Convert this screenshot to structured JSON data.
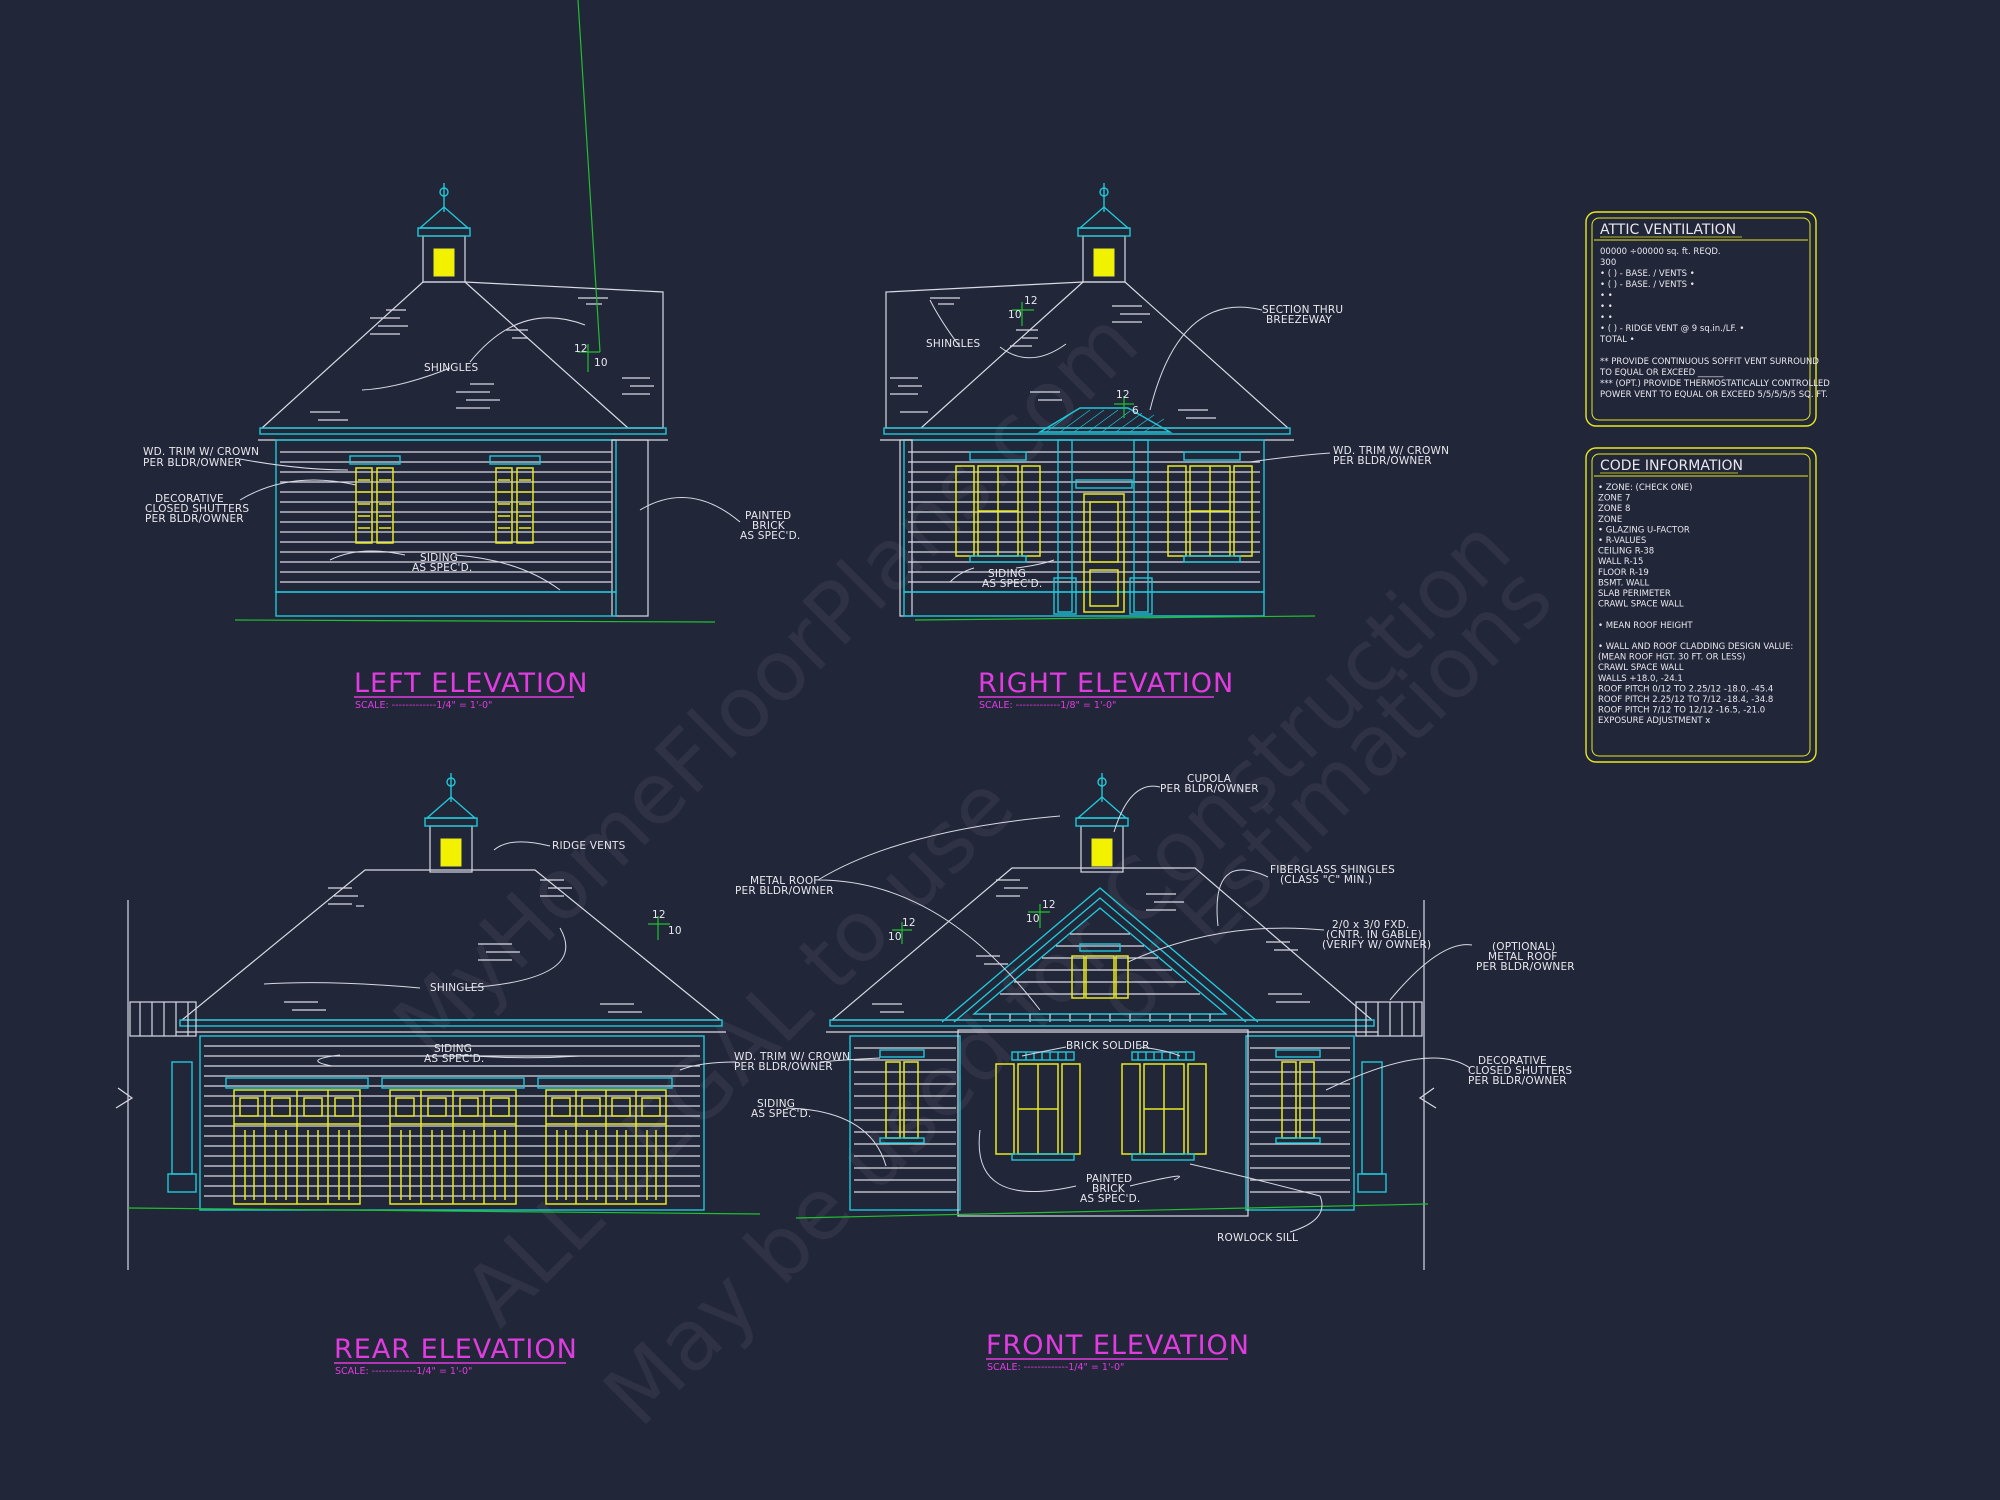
{
  "elevations": {
    "left": {
      "title": "LEFT ELEVATION",
      "scale": "SCALE: -------------1/4\" = 1'-0\""
    },
    "right": {
      "title": "RIGHT ELEVATION",
      "scale": "SCALE: -------------1/8\" = 1'-0\""
    },
    "rear": {
      "title": "REAR ELEVATION",
      "scale": "SCALE: -------------1/4\" = 1'-0\""
    },
    "front": {
      "title": "FRONT ELEVATION",
      "scale": "SCALE: -------------1/4\" = 1'-0\""
    }
  },
  "notes": {
    "wd_trim_left": [
      "WD. TRIM W/ CROWN",
      "PER BLDR/OWNER"
    ],
    "shutters_left": [
      "DECORATIVE",
      "CLOSED SHUTTERS",
      "PER BLDR/OWNER"
    ],
    "shingles_left": "SHINGLES",
    "siding_left": [
      "SIDING",
      "AS SPEC'D."
    ],
    "painted_brick_mid": [
      "PAINTED",
      "BRICK",
      "AS SPEC'D."
    ],
    "shingles_right": "SHINGLES",
    "section_thru": [
      "SECTION THRU",
      "BREEZEWAY"
    ],
    "wd_trim_right": [
      "WD. TRIM W/ CROWN",
      "PER BLDR/OWNER"
    ],
    "siding_right": [
      "SIDING",
      "AS SPEC'D."
    ],
    "ridge_vents": "RIDGE VENTS",
    "shingles_rear": "SHINGLES",
    "siding_rear": [
      "SIDING",
      "AS SPEC'D."
    ],
    "wd_trim_front": [
      "WD. TRIM W/ CROWN",
      "PER BLDR/OWNER"
    ],
    "siding_front": [
      "SIDING",
      "AS SPEC'D."
    ],
    "cupola": [
      "CUPOLA",
      "PER BLDR/OWNER"
    ],
    "metal_roof": [
      "METAL ROOF",
      "PER BLDR/OWNER"
    ],
    "fiberglass": [
      "FIBERGLASS SHINGLES",
      "(CLASS \"C\" MIN.)"
    ],
    "fxd": [
      "2/0 x 3/0 FXD.",
      "(CNTR. IN GABLE)",
      "(VERIFY W/ OWNER)"
    ],
    "optional_metal": [
      "(OPTIONAL)",
      "METAL ROOF",
      "PER BLDR/OWNER"
    ],
    "brick_soldier": "BRICK SOLDIER",
    "shutters_front": [
      "DECORATIVE",
      "CLOSED SHUTTERS",
      "PER BLDR/OWNER"
    ],
    "painted_brick_front": [
      "PAINTED",
      "BRICK",
      "AS SPEC'D."
    ],
    "rowlock": "ROWLOCK SILL"
  },
  "pitch": {
    "rise": "12",
    "run": "10",
    "run_alt": "6"
  },
  "attic": {
    "title": "ATTIC VENTILATION",
    "lines": [
      "00000 ÷00000 sq. ft. REQD.",
      "300",
      "• (   ) -          BASE.   /    VENTS   •",
      "• (   ) -          BASE.   /    VENTS   •",
      "•                                                   •",
      "•                                                   •",
      "•                                                   •",
      "• (   ) - RIDGE VENT @ 9 sq.in./LF.      •",
      "                                TOTAL          •",
      "",
      "** PROVIDE CONTINUOUS SOFFIT VENT SURROUND",
      "   TO EQUAL OR EXCEED ______",
      "*** (OPT.) PROVIDE THERMOSTATICALLY CONTROLLED",
      "   POWER VENT TO EQUAL OR EXCEED 5/5/5/5/5 SQ. FT."
    ]
  },
  "code": {
    "title": "CODE INFORMATION",
    "lines": [
      "• ZONE: (CHECK ONE)",
      "      ZONE 7",
      "      ZONE 8",
      "      ZONE",
      "• GLAZING U-FACTOR",
      "• R-VALUES",
      "      CEILING                R-38",
      "      WALL                    R-15",
      "      FLOOR                  R-19",
      "      BSMT. WALL",
      "      SLAB PERIMETER",
      "      CRAWL SPACE WALL",
      "",
      "• MEAN ROOF HEIGHT",
      "",
      "• WALL AND ROOF CLADDING DESIGN VALUE:",
      "  (MEAN ROOF HGT. 30 FT. OR LESS)",
      "      CRAWL SPACE WALL",
      "      WALLS                   +18.0, -24.1",
      "      ROOF PITCH 0/12 TO 2.25/12    -18.0, -45.4",
      "      ROOF PITCH 2.25/12 TO 7/12    -18.4, -34.8",
      "      ROOF PITCH 7/12 TO 12/12      -16.5, -21.0",
      "      EXPOSURE ADJUSTMENT           x"
    ]
  },
  "watermark": [
    "MyHomeFloorPlans.com",
    "May be used for Construction",
    "ALL LEGAL to use",
    "or Estimations"
  ],
  "colors": {
    "background": "#222639",
    "line": "#d8dae4",
    "cyan": "#20c8d8",
    "yellow": "#e8e820",
    "magenta": "#e03ce0",
    "green": "#20c030"
  }
}
